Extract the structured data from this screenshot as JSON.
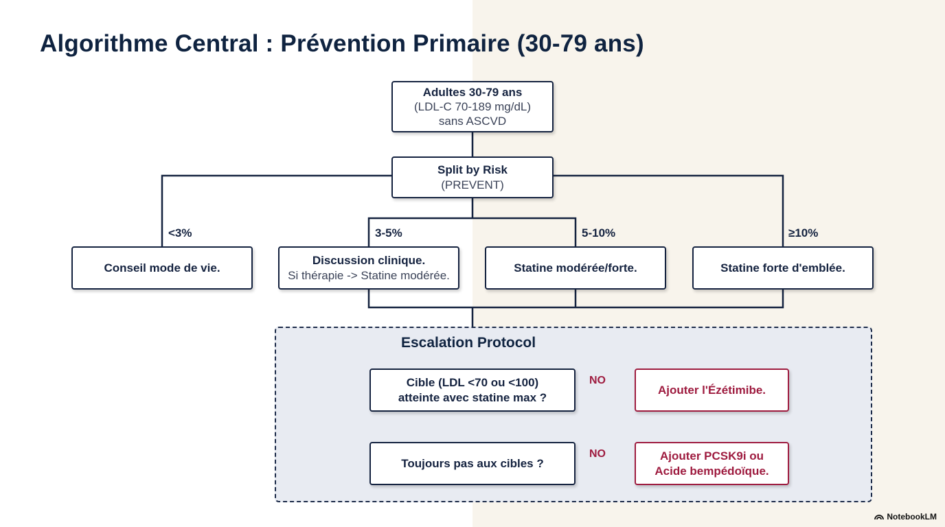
{
  "title": "Algorithme Central : Prévention Primaire (30-79 ans)",
  "colors": {
    "navy": "#14223f",
    "accent_red": "#9e1b3f",
    "escalation_bg": "#e8ebf2",
    "right_bg": "#f8f4ec"
  },
  "start_box": {
    "line1": "Adultes 30-79 ans",
    "line2": "(LDL-C 70-189 mg/dL)",
    "line3": "sans ASCVD"
  },
  "split_box": {
    "line1": "Split by Risk",
    "line2": "(PREVENT)"
  },
  "risk_labels": [
    "<3%",
    "3-5%",
    "5-10%",
    "≥10%"
  ],
  "risk_boxes": [
    {
      "line1": "Conseil mode de vie."
    },
    {
      "line1": "Discussion clinique.",
      "line2": "Si thérapie -> Statine modérée."
    },
    {
      "line1": "Statine modérée/forte."
    },
    {
      "line1": "Statine forte d'emblée."
    }
  ],
  "escalation": {
    "title": "Escalation Protocol",
    "question1": {
      "line1": "Cible (LDL <70 ou <100)",
      "line2": "atteinte avec statine max ?"
    },
    "no_label_1": "NO",
    "action1": {
      "line1": "Ajouter l'Ézétimibe."
    },
    "question2": {
      "line1": "Toujours pas aux cibles ?"
    },
    "no_label_2": "NO",
    "action2": {
      "line1": "Ajouter PCSK9i ou",
      "line2": "Acide bempédoïque."
    }
  },
  "brand": {
    "icon": "notebooklm-logo-icon",
    "label": "NotebookLM"
  }
}
